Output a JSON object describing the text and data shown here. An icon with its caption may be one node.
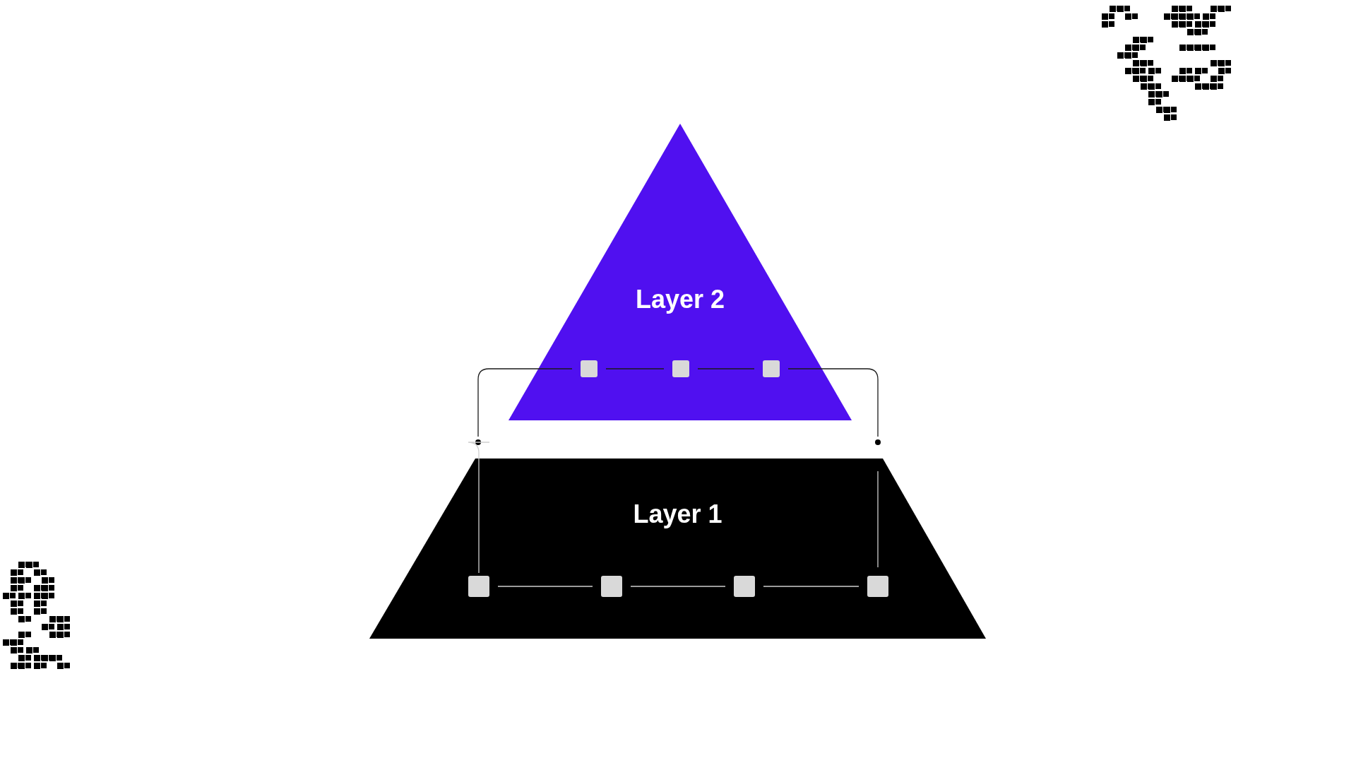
{
  "diagram": {
    "nodes": [
      {
        "text": [
          "Layer 2"
        ]
      },
      {
        "text": [],
        "shape": "box",
        "in": 0
      },
      {
        "text": [],
        "shape": "box",
        "in": 0
      },
      {
        "text": [],
        "shape": "box",
        "in": 0
      },
      {
        "text": [],
        "shape": "circle"
      },
      {
        "text": [],
        "shape": "circle"
      },
      {
        "text": [
          "Layer 1"
        ]
      },
      {
        "text": [],
        "shape": "box",
        "in": 6
      },
      {
        "text": [],
        "shape": "box",
        "in": 6
      },
      {
        "text": [],
        "shape": "box",
        "in": 6
      },
      {
        "text": [],
        "shape": "box",
        "in": 6
      }
    ],
    "edges": [
      {
        "from": 1,
        "to": 2,
        "arrow": "none",
        "color": "#1a1a1a"
      },
      {
        "from": 2,
        "to": 3,
        "arrow": "none",
        "color": "#1a1a1a"
      },
      {
        "from": 7,
        "to": 8,
        "arrow": "none"
      },
      {
        "from": 8,
        "to": 9,
        "arrow": "none"
      },
      {
        "from": 9,
        "to": 10,
        "arrow": "none"
      },
      {
        "from": 7,
        "to": 4,
        "arrow": "none"
      },
      {
        "from": 4,
        "to": 1,
        "arrow": "none",
        "color": "#1a1a1a"
      },
      {
        "from": 10,
        "to": 5,
        "arrow": "none"
      },
      {
        "from": 5,
        "to": 3,
        "arrow": "none",
        "color": "#1a1a1a"
      }
    ]
  }
}
